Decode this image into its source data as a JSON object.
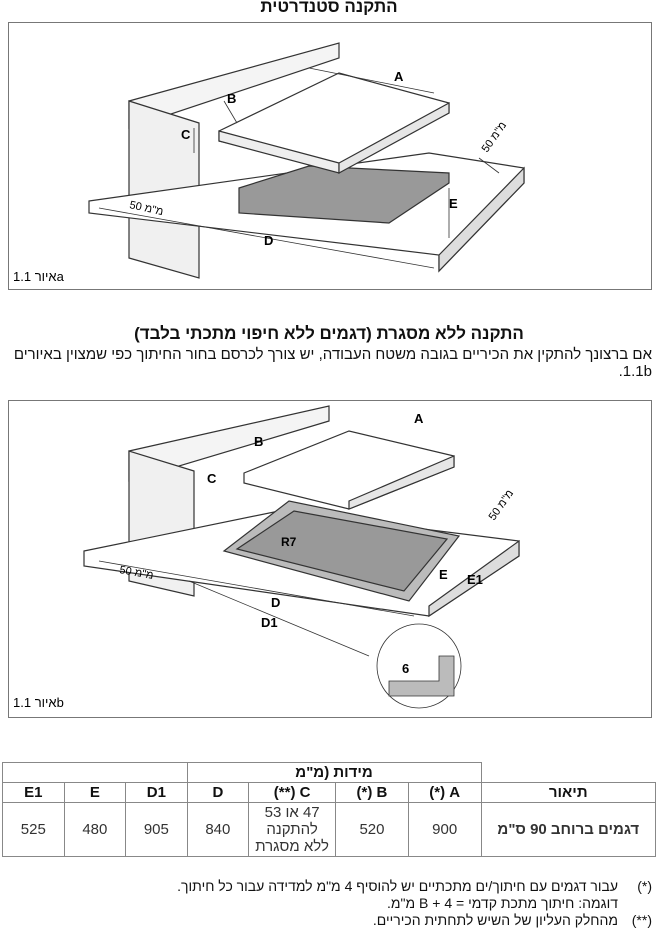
{
  "section1": {
    "title": "התקנה סטנדרטית"
  },
  "figure1": {
    "label": "איור 1.1a",
    "dims": {
      "A": "A",
      "B": "B",
      "C": "C",
      "D": "D",
      "E": "E",
      "side": "50 מ\"מ",
      "front": "50 מ\"מ"
    }
  },
  "section2": {
    "title": "התקנה ללא מסגרת (דגמים ללא חיפוי מתכתי בלבד)",
    "body": "אם ברצונך להתקין את הכיריים בגובה משטח העבודה, יש צורך לכרסם בחור החיתוך כפי שמצוין באיורים 1.1b."
  },
  "figure2": {
    "label": "איור 1.1b",
    "dims": {
      "A": "A",
      "B": "B",
      "C": "C",
      "D": "D",
      "D1": "D1",
      "E": "E",
      "E1": "E1",
      "R": "R7",
      "step": "6",
      "side": "50 מ\"מ",
      "front": "50 מ\"מ"
    }
  },
  "table": {
    "group_header": "מידות (מ\"מ",
    "headers": {
      "desc": "תיאור",
      "A": "A (*)",
      "B": "B (*)",
      "C": "C (**)",
      "D": "D",
      "D1": "D1",
      "E": "E",
      "E1": "E1"
    },
    "row": {
      "desc": "דגמים ברוחב 90 ס\"מ",
      "A": "900",
      "B": "520",
      "C": "47 או 53 להתקנה ללא מסגרת",
      "D": "840",
      "D1": "905",
      "E": "480",
      "E1": "525"
    }
  },
  "notes": [
    {
      "mark": "(*)",
      "lines": [
        "עבור דגמים עם חיתוך/ים מתכתיים יש להוסיף 4 מ\"מ למדידה עבור כל חיתוך.",
        "דוגמה: חיתוך מתכת קדמי = B + 4 מ\"מ."
      ]
    },
    {
      "mark": "(**)",
      "lines": [
        "מהחלק העליון של השיש לתחתית הכיריים."
      ]
    }
  ]
}
